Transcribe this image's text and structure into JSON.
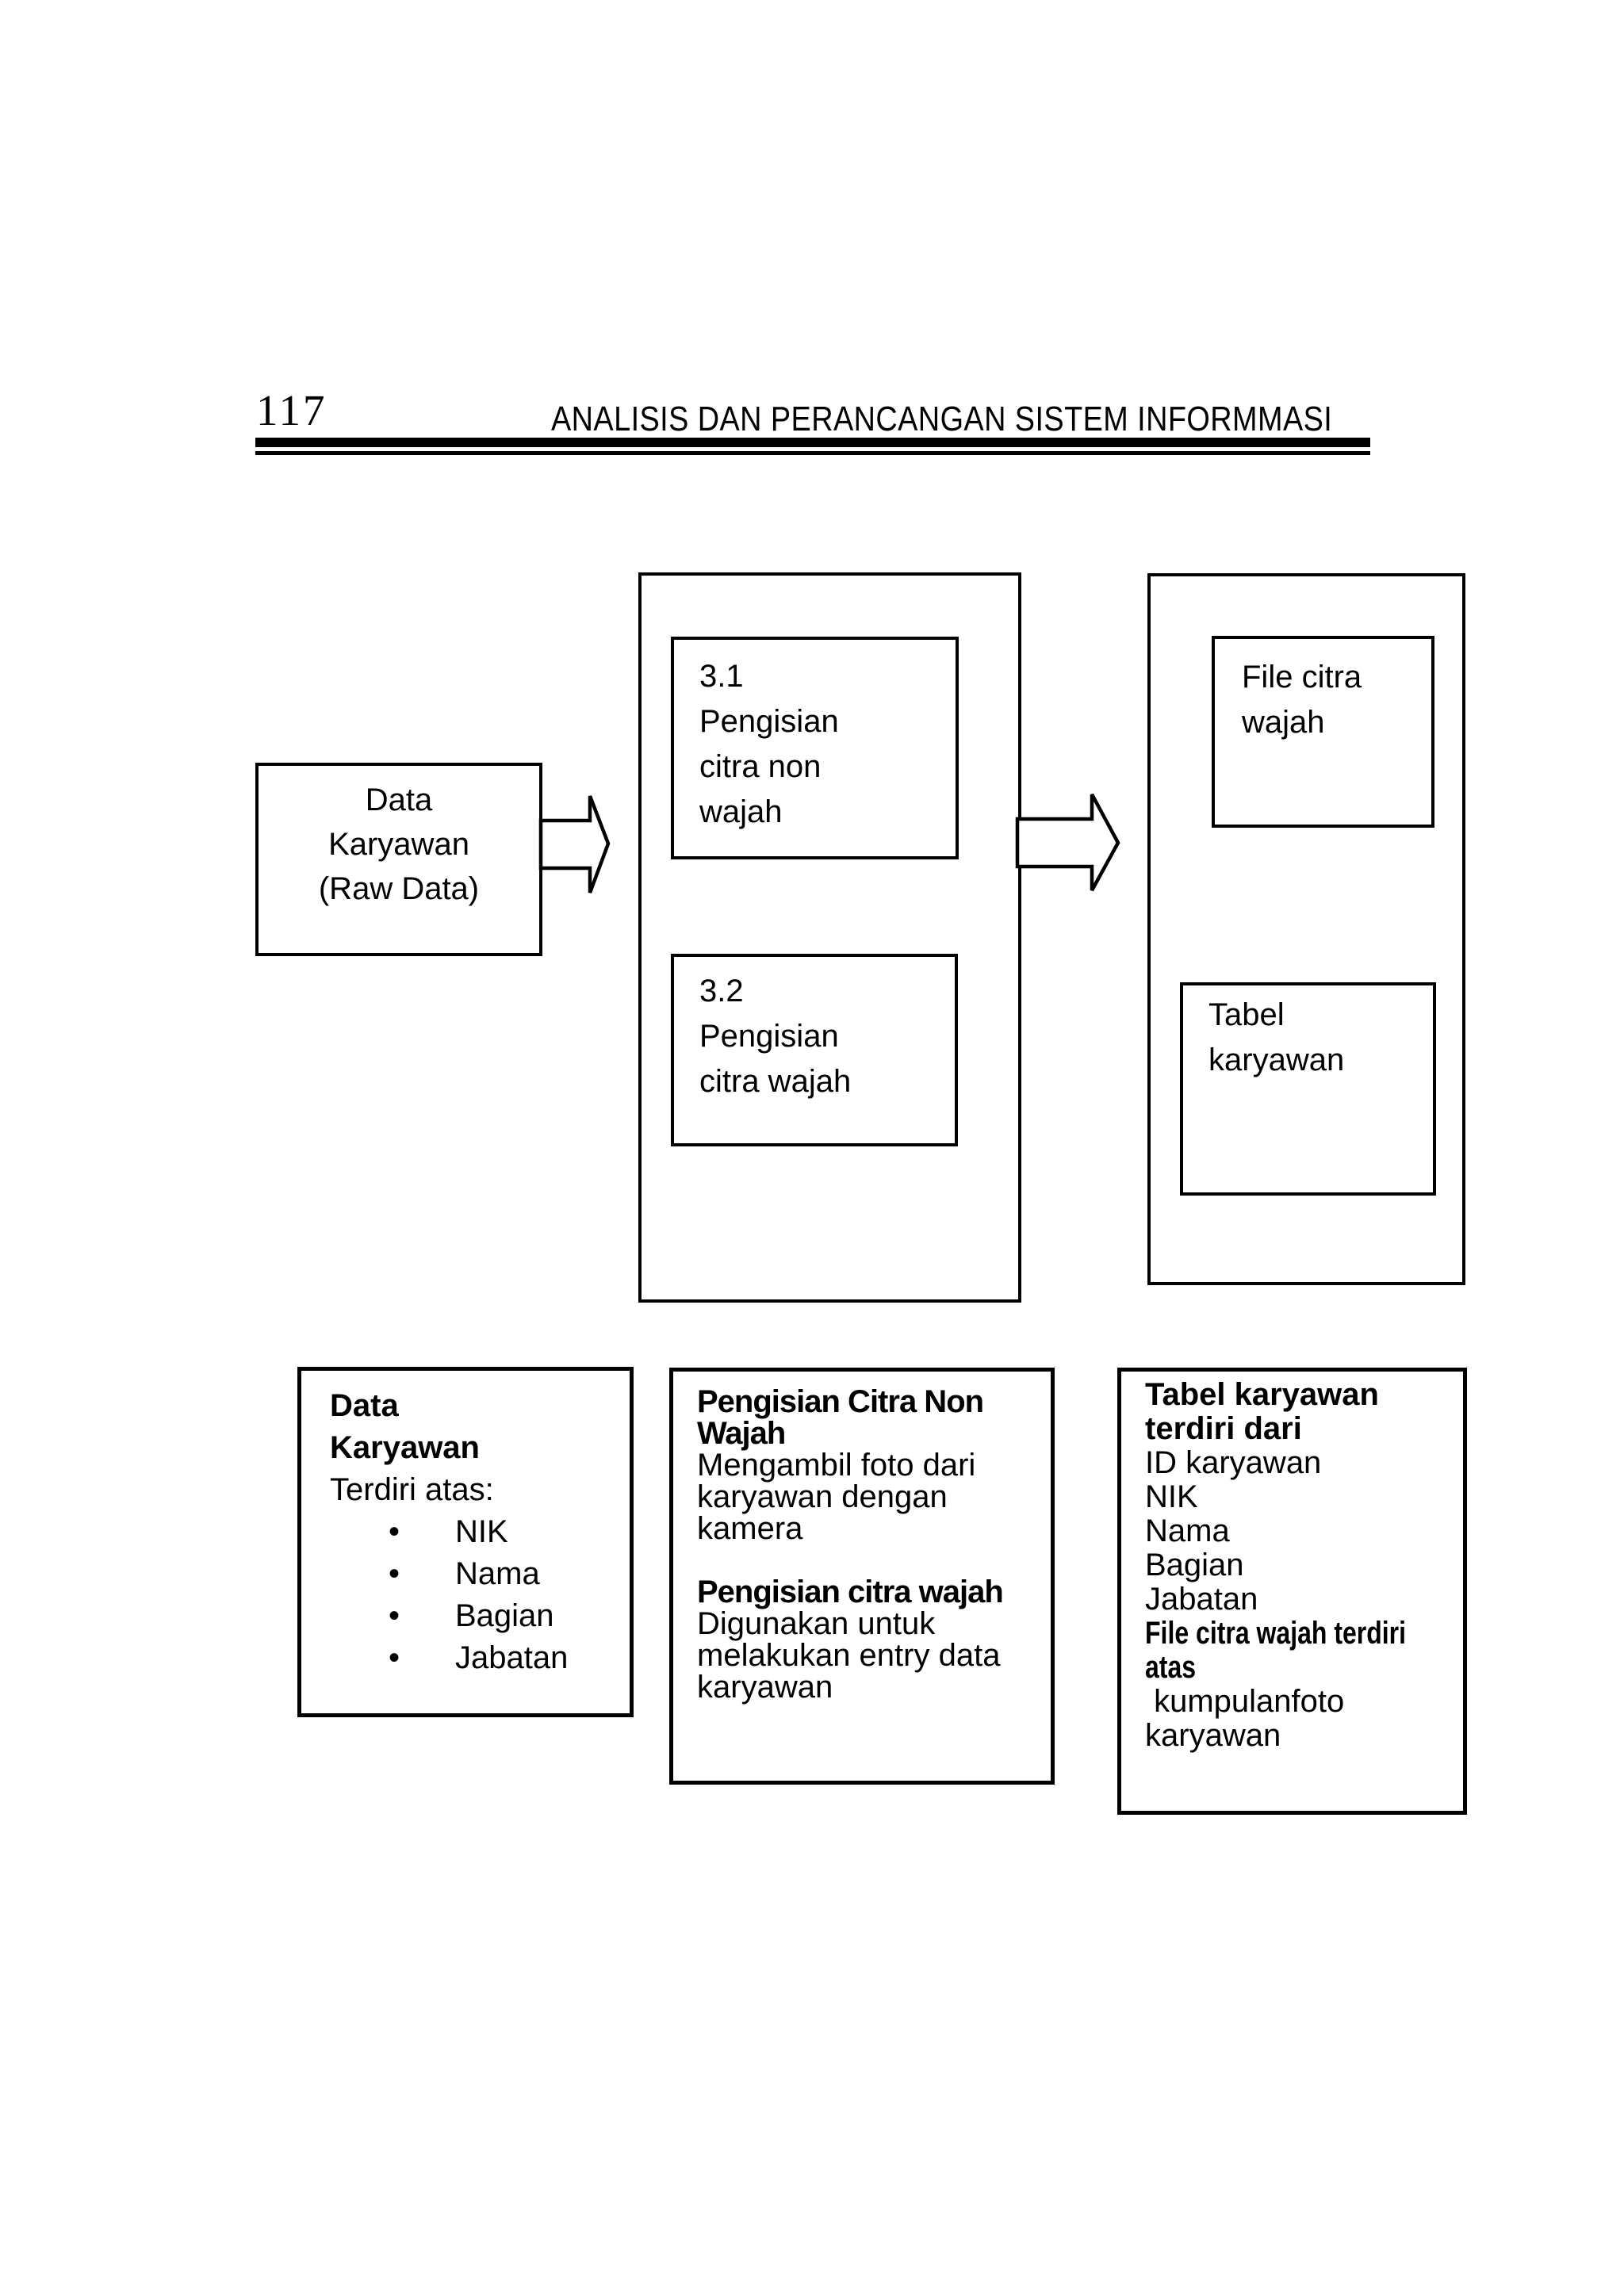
{
  "colors": {
    "ink": "#000000",
    "paper": "#ffffff"
  },
  "page": {
    "number": "117",
    "header_title": "ANALISIS DAN PERANCANGAN SISTEM INFORMMASI"
  },
  "diagram": {
    "source_box": {
      "lines": [
        "Data",
        "Karyawan",
        "(Raw Data)"
      ]
    },
    "process_31": {
      "lines": [
        "3.1",
        "Pengisian",
        "citra non",
        "wajah"
      ]
    },
    "process_32": {
      "lines": [
        "3.2",
        "Pengisian",
        "citra wajah"
      ]
    },
    "file_box": {
      "lines": [
        "File citra",
        "wajah"
      ]
    },
    "table_box": {
      "lines": [
        "Tabel",
        "karyawan"
      ]
    }
  },
  "notes": {
    "left": {
      "heading": [
        "Data",
        "Karyawan"
      ],
      "subheading": "Terdiri atas:",
      "bullet": "•",
      "items": [
        "NIK",
        "Nama",
        "Bagian",
        "Jabatan"
      ]
    },
    "middle": {
      "heading1": [
        "Pengisian Citra Non",
        "Wajah"
      ],
      "body1": [
        "Mengambil foto dari",
        "karyawan dengan",
        "kamera"
      ],
      "heading2": [
        "Pengisian citra wajah"
      ],
      "body2": [
        "Digunakan untuk",
        "melakukan entry data",
        "karyawan"
      ]
    },
    "right": {
      "heading1": [
        "Tabel karyawan",
        "terdiri dari"
      ],
      "body1": [
        "ID karyawan",
        "NIK",
        "Nama",
        "Bagian",
        "Jabatan"
      ],
      "heading2": [
        "File citra wajah terdiri",
        "atas"
      ],
      "body2": [
        " kumpulanfoto",
        "karyawan"
      ]
    }
  }
}
